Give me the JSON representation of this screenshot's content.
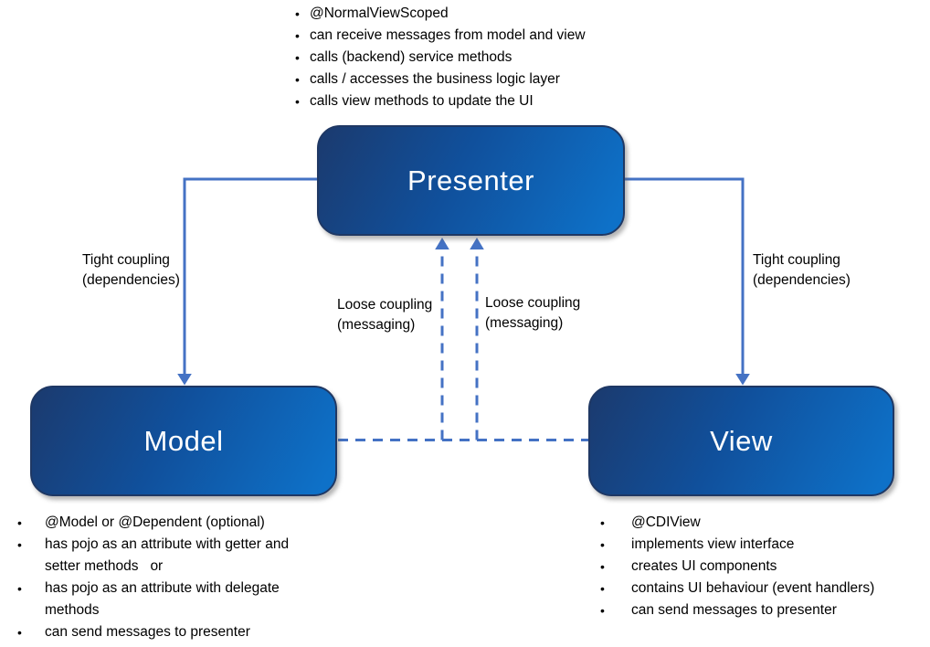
{
  "colors": {
    "connector": "#4472c4",
    "box_border": "#1f3864",
    "box_gradient_dark": "#1b3a6e",
    "box_gradient_light": "#0e71c8",
    "box_text": "#ffffff",
    "note_text": "#000000"
  },
  "boxes": {
    "presenter": {
      "label": "Presenter"
    },
    "model": {
      "label": "Model"
    },
    "view": {
      "label": "View"
    }
  },
  "presenter_notes": {
    "items": [
      "@NormalViewScoped",
      "can receive messages from model and view",
      "calls (backend) service methods",
      "calls / accesses the business logic layer",
      "calls view methods to update the UI"
    ]
  },
  "model_notes": {
    "lines": [
      {
        "text": "@Model or @Dependent (optional)",
        "bullet": true
      },
      {
        "text": "has pojo as an attribute with getter and",
        "bullet": true
      },
      {
        "text": "setter methods   or",
        "bullet": false
      },
      {
        "text": "has pojo as an attribute with delegate",
        "bullet": true
      },
      {
        "text": "methods",
        "bullet": false
      },
      {
        "text": "can send messages to presenter",
        "bullet": true
      }
    ]
  },
  "view_notes": {
    "items": [
      "@CDIView",
      "implements view interface",
      "creates UI components",
      "contains UI behaviour (event handlers)",
      "can send messages to presenter"
    ]
  },
  "connector_labels": {
    "tight_left": {
      "line1": "Tight coupling",
      "line2": "(dependencies)"
    },
    "tight_right": {
      "line1": "Tight coupling",
      "line2": "(dependencies)"
    },
    "loose_left": {
      "line1": "Loose coupling",
      "line2": "(messaging)"
    },
    "loose_right": {
      "line1": "Loose coupling",
      "line2": "(messaging)"
    }
  }
}
